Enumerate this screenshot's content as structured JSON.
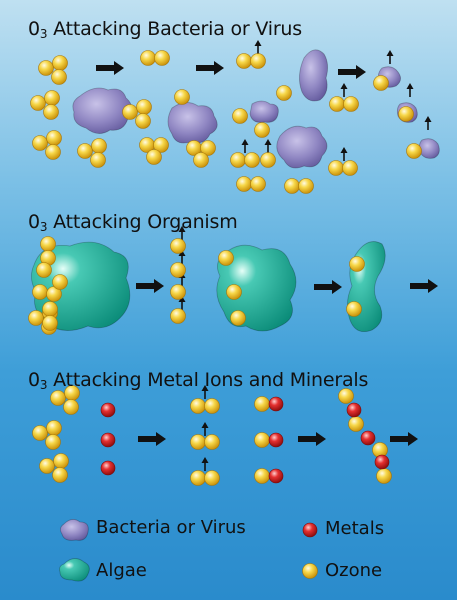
{
  "sections": [
    {
      "prefix": "0",
      "sub": "3",
      "rest": " Attacking Bacteria or Virus"
    },
    {
      "prefix": "0",
      "sub": "3",
      "rest": " Attacking Organism"
    },
    {
      "prefix": "0",
      "sub": "3",
      "rest": " Attacking Metal Ions and Minerals"
    }
  ],
  "legend": {
    "bacteria": "Bacteria or Virus",
    "algae": "Algae",
    "metals": "Metals",
    "ozone": "Ozone"
  },
  "colors": {
    "ozone": "#f4c51c",
    "metal": "#d91e1e",
    "bacteria": "#8f86c2",
    "algae": "#1fae9a",
    "arrow": "#111111"
  }
}
